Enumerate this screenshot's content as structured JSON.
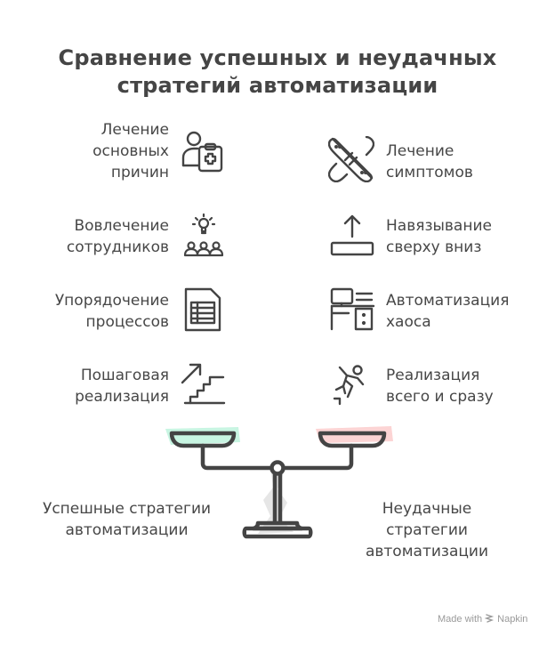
{
  "title": {
    "line1": "Сравнение успешных и неудачных",
    "line2": "стратегий автоматизации"
  },
  "successful": {
    "items": [
      {
        "lines": [
          "Лечение",
          "основных",
          "причин"
        ],
        "icon": "doctor-clipboard-icon"
      },
      {
        "lines": [
          "Вовлечение",
          "сотрудников"
        ],
        "icon": "team-idea-icon"
      },
      {
        "lines": [
          "Упорядочение",
          "процессов"
        ],
        "icon": "spreadsheet-document-icon"
      },
      {
        "lines": [
          "Пошаговая",
          "реализация"
        ],
        "icon": "stairs-arrow-icon"
      }
    ],
    "label": [
      "Успешные стратегии",
      "автоматизации"
    ],
    "pan_color": "#c8f5e2"
  },
  "unsuccessful": {
    "items": [
      {
        "lines": [
          "Лечение",
          "симптомов"
        ],
        "icon": "bandage-icon"
      },
      {
        "lines": [
          "Навязывание",
          "сверху вниз"
        ],
        "icon": "upload-arrow-icon"
      },
      {
        "lines": [
          "Автоматизация",
          "хаоса"
        ],
        "icon": "messy-desk-icon"
      },
      {
        "lines": [
          "Реализация",
          "всего и сразу"
        ],
        "icon": "falling-person-icon"
      }
    ],
    "label": [
      "Неудачные",
      "стратегии",
      "автоматизации"
    ],
    "pan_color": "#fcd4d4"
  },
  "footer": {
    "text": "Made with",
    "brand": "Napkin"
  }
}
